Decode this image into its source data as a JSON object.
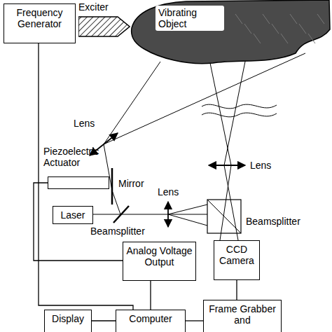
{
  "diagram": {
    "nodes": [
      {
        "text": [
          "Frequency Generator"
        ]
      },
      {
        "text": [
          "Exciter"
        ]
      },
      {
        "text": [
          "Vibrating Object"
        ]
      },
      {
        "text": [
          "Piezoelectric Actuator"
        ]
      },
      {
        "text": [
          "Laser"
        ]
      },
      {
        "text": [
          "Analog Voltage Output"
        ]
      },
      {
        "text": [
          "CCD Camera"
        ]
      },
      {
        "text": [
          "Display"
        ]
      },
      {
        "text": [
          "Computer"
        ]
      },
      {
        "text": [
          "Frame Grabber and"
        ]
      }
    ],
    "edges": [
      {
        "from": 0,
        "to": 8,
        "arrow": "none"
      },
      {
        "from": 3,
        "to": 5,
        "arrow": "none"
      },
      {
        "from": 5,
        "to": 8,
        "arrow": "none"
      },
      {
        "from": 7,
        "to": 8,
        "arrow": "none"
      },
      {
        "from": 8,
        "to": 9,
        "arrow": "none"
      },
      {
        "from": 6,
        "to": 9,
        "arrow": "none"
      }
    ],
    "labels": [
      "Lens",
      "Mirror",
      "Beamsplitter",
      "Lens",
      "Lens",
      "Beamsplitter"
    ]
  }
}
